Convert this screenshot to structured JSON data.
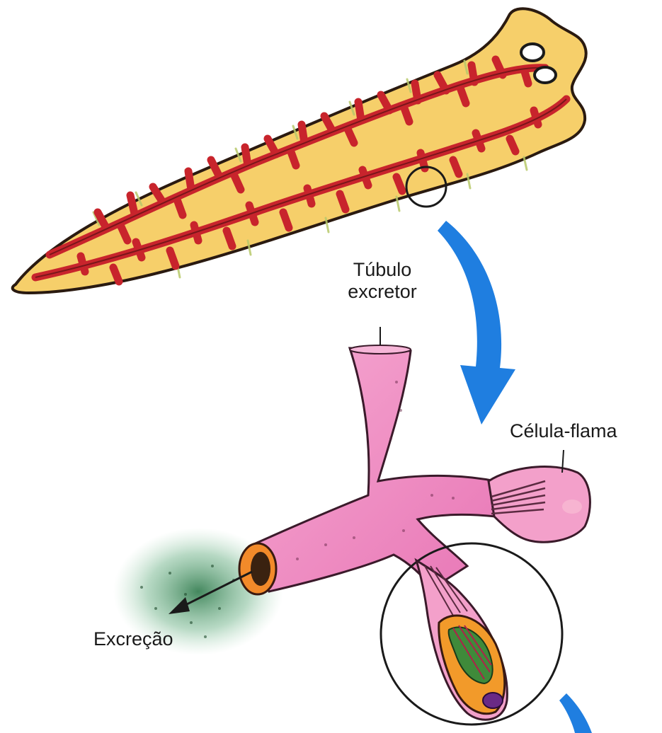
{
  "labels": {
    "tubulo_line1": "Túbulo",
    "tubulo_line2": "excretor",
    "celula_flama": "Célula-flama",
    "excrecao": "Excreção"
  },
  "colors": {
    "body_fill": "#f6cf6a",
    "gut": "#c8242c",
    "tube_pink": "#ee84bd",
    "arrow_blue": "#1f7ee0",
    "excretion_green": "#4c9a68",
    "cell_orange": "#f29a2a",
    "cell_green": "#3f8a3a",
    "nucleus_purple": "#6a2a86"
  },
  "icons": [
    "planarian-body",
    "blue-curved-arrow",
    "magnify-circle",
    "flame-cell",
    "excretion-arrow"
  ]
}
